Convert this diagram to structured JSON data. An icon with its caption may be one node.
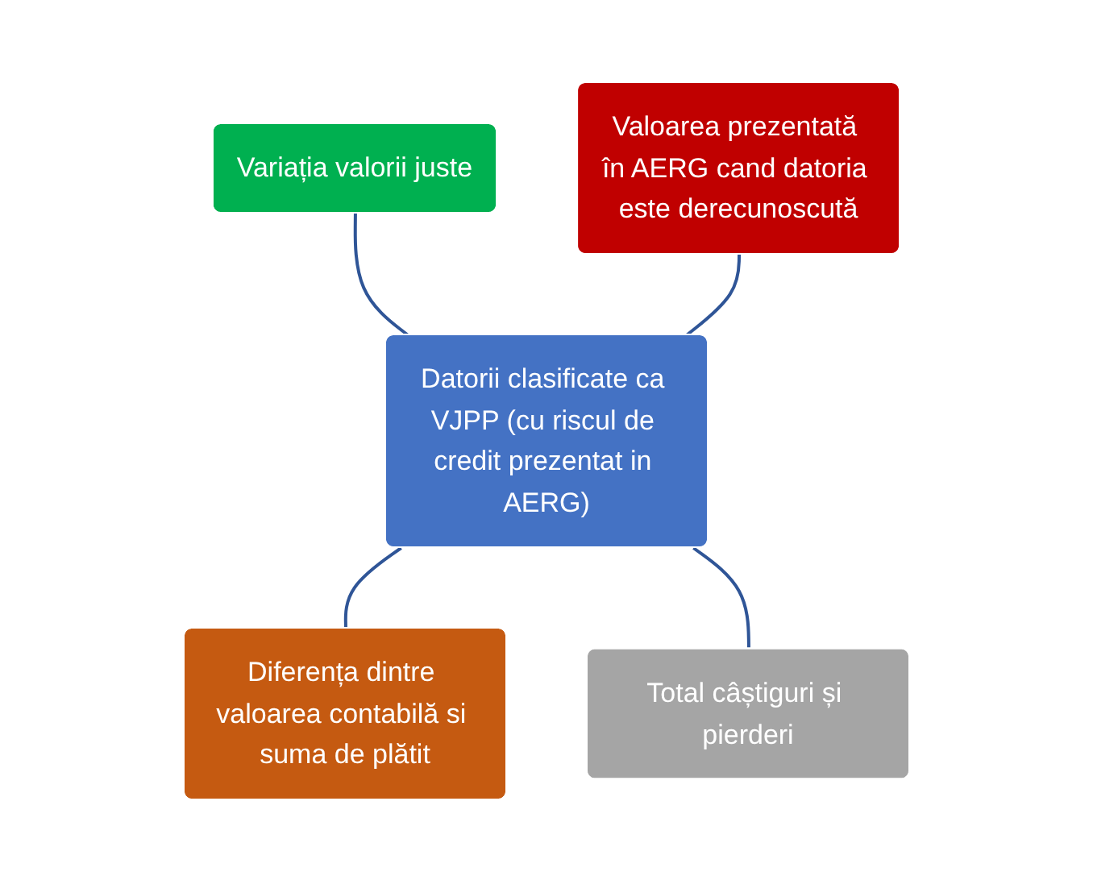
{
  "diagram": {
    "nodes": [
      {
        "text": [
          "Variația valorii juste"
        ]
      },
      {
        "text": [
          "Valoarea prezentată în AERG cand datoria este derecunoscută"
        ]
      },
      {
        "text": [
          "Datorii clasificate ca VJPP (cu riscul de credit prezentat in AERG)"
        ]
      },
      {
        "text": [
          "Diferența dintre valoarea contabilă si suma de plătit"
        ]
      },
      {
        "text": [
          "Total câștiguri și pierderi"
        ]
      }
    ],
    "edges": [
      {
        "from": 0,
        "to": 2,
        "arrow": "none"
      },
      {
        "from": 1,
        "to": 2,
        "arrow": "none"
      },
      {
        "from": 2,
        "to": 3,
        "arrow": "none"
      },
      {
        "from": 2,
        "to": 4,
        "arrow": "none"
      }
    ]
  }
}
